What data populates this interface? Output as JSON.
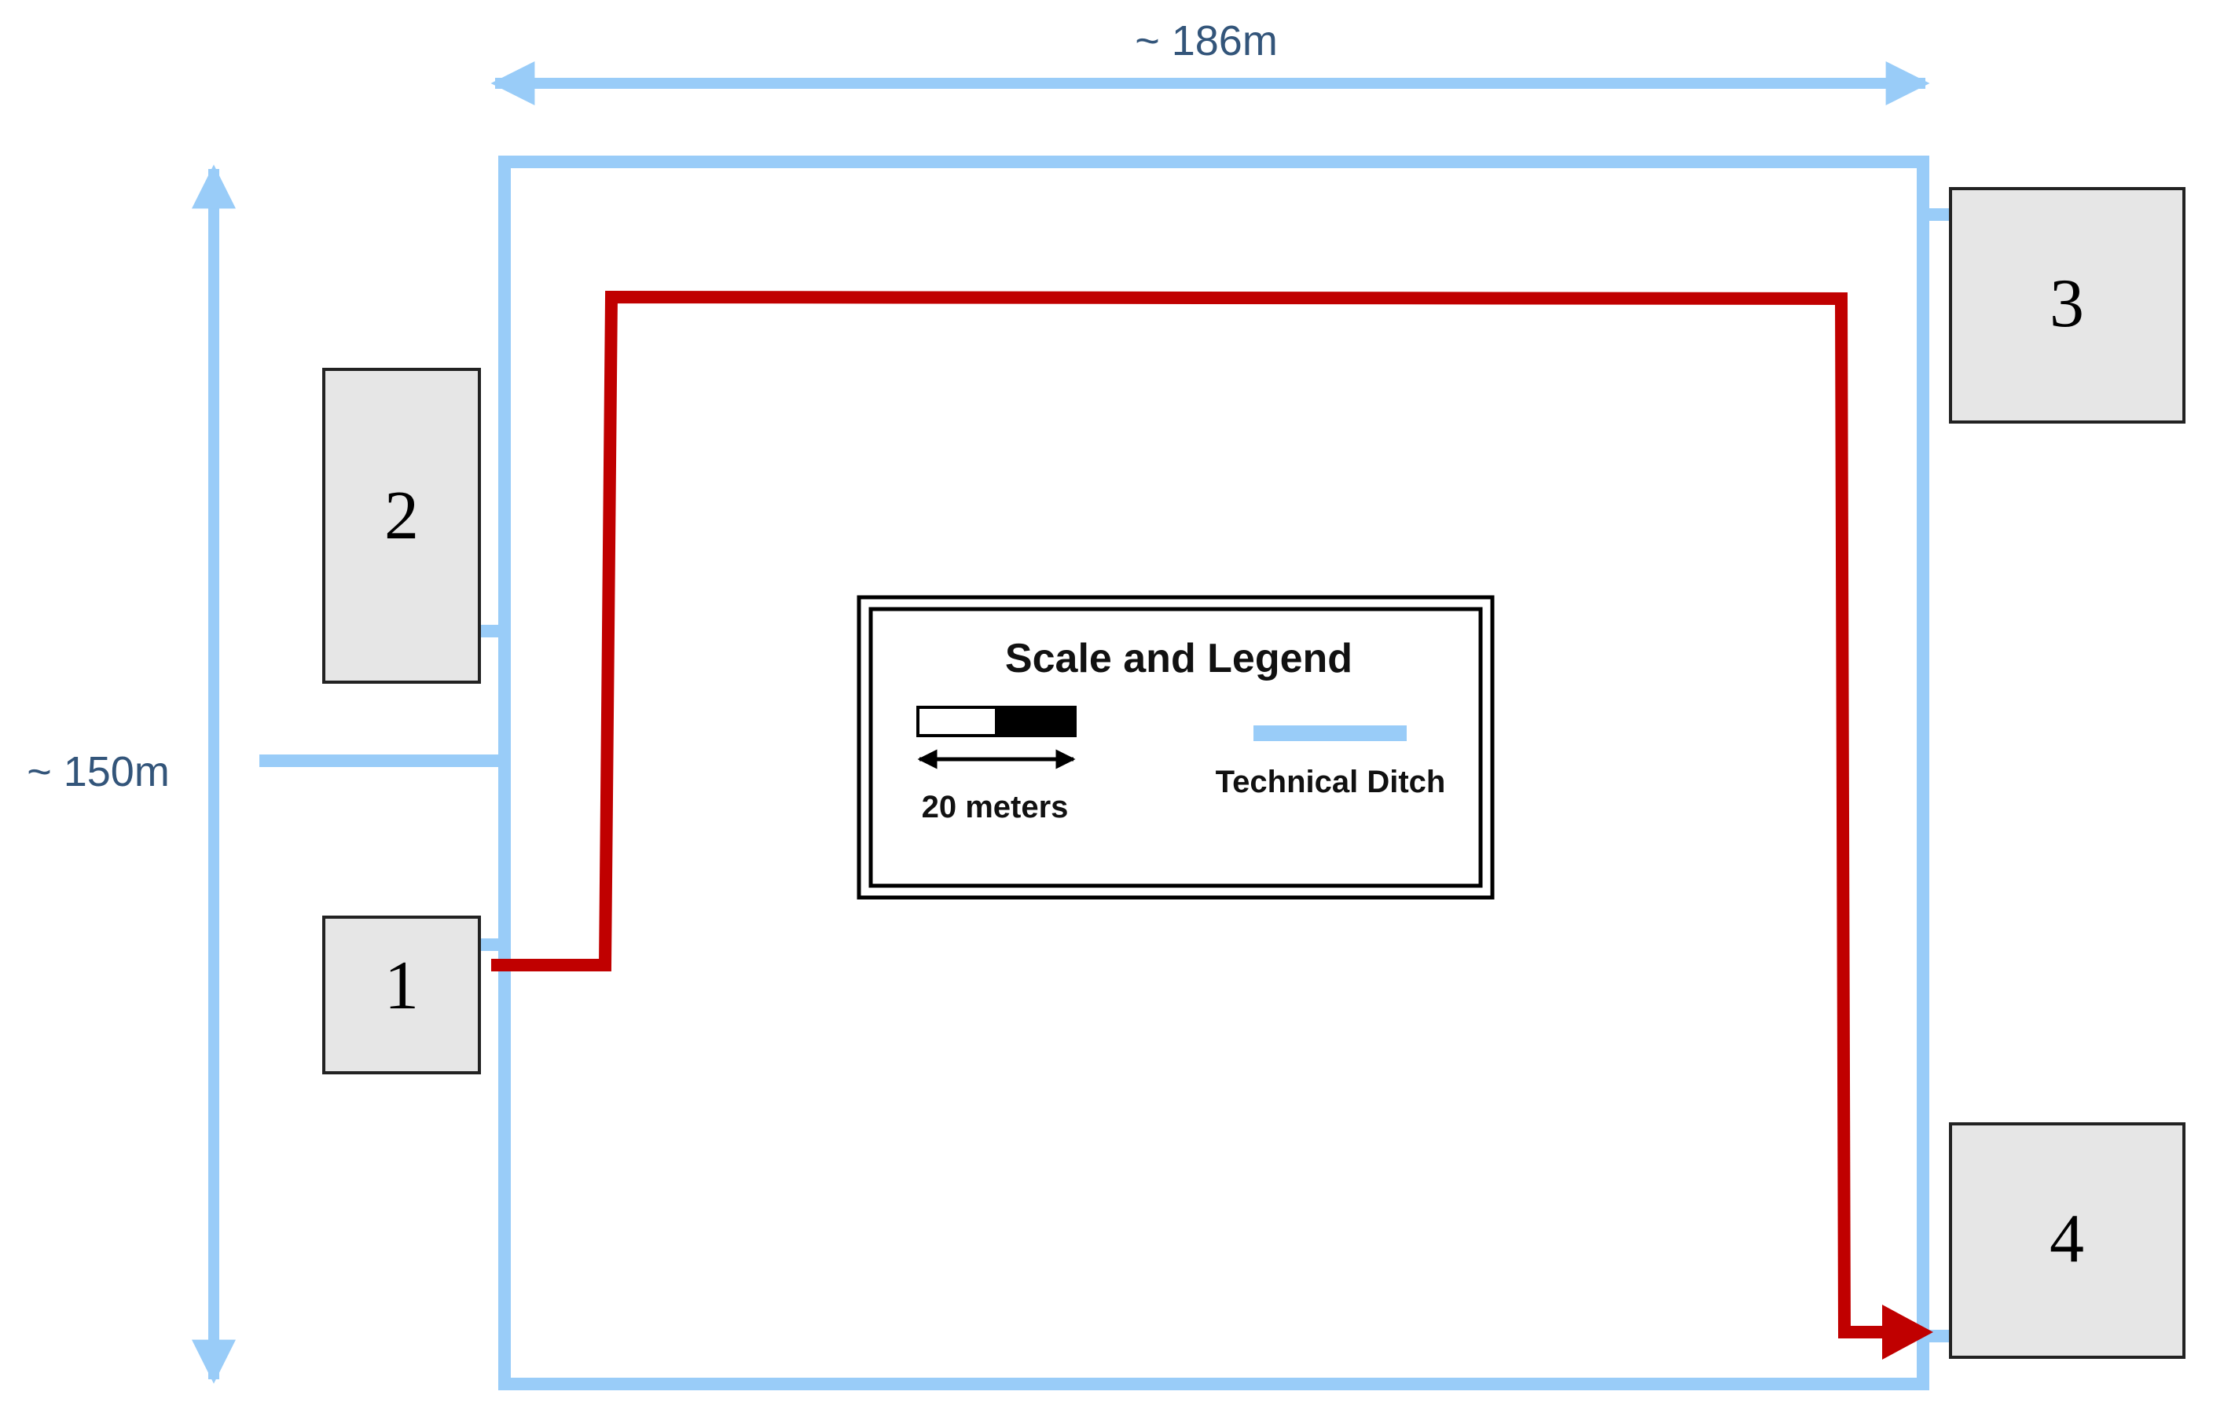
{
  "dimensions": {
    "width_label": "~ 186m",
    "height_label": "~ 150m"
  },
  "boxes": [
    {
      "id": "1",
      "label": "1"
    },
    {
      "id": "2",
      "label": "2"
    },
    {
      "id": "3",
      "label": "3"
    },
    {
      "id": "4",
      "label": "4"
    }
  ],
  "legend": {
    "title": "Scale and Legend",
    "scale_label": "20 meters",
    "ditch_label": "Technical Ditch"
  },
  "colors": {
    "ditch": "#99ccf8",
    "route": "#c00000",
    "box_fill": "#e6e6e6",
    "box_stroke": "#222222",
    "dim_text": "#33557a"
  }
}
